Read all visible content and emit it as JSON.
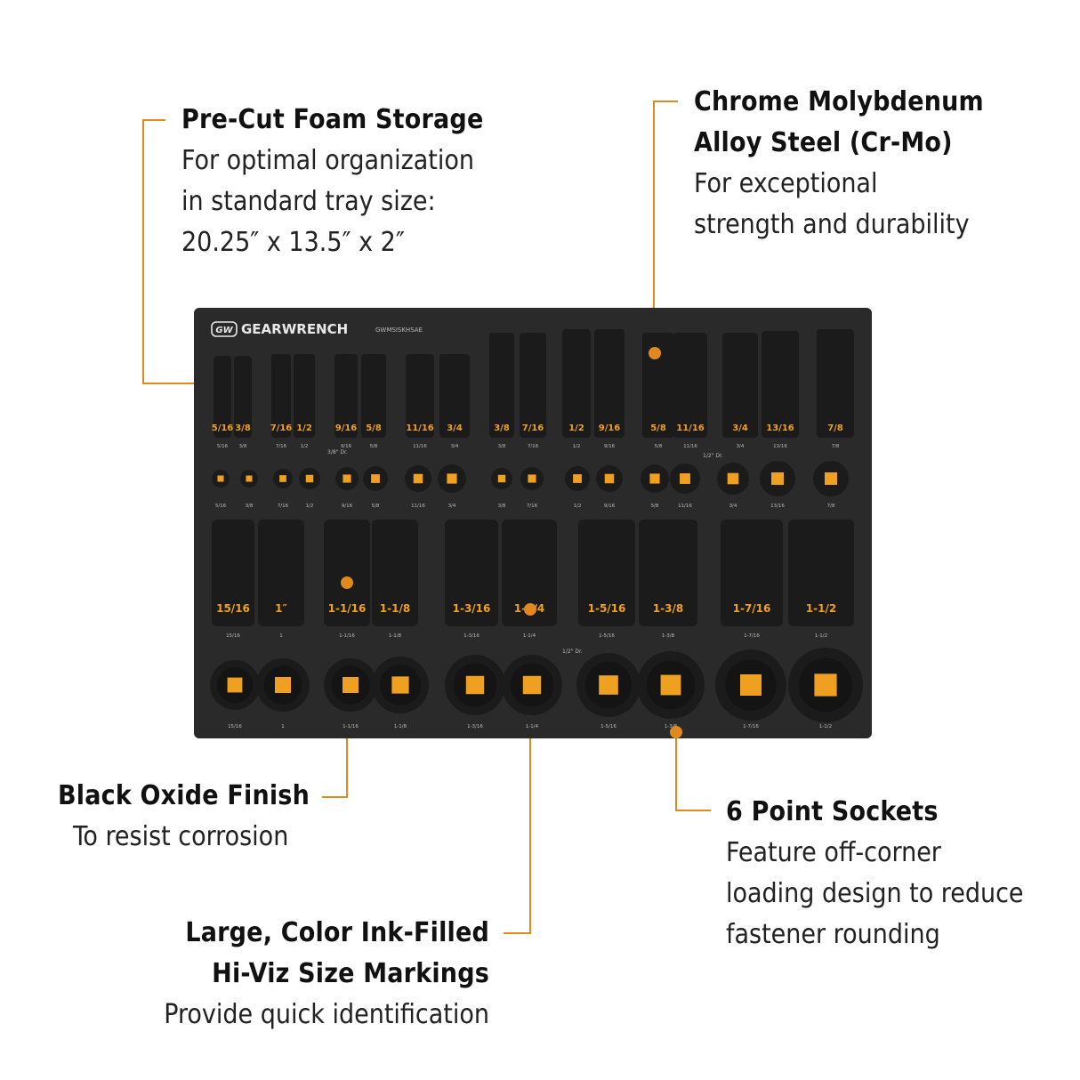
{
  "callouts": {
    "foam": {
      "title": "Pre-Cut Foam Storage",
      "lines": [
        "For optimal organization",
        "in standard tray size:",
        "20.25″ x 13.5″ x 2″"
      ]
    },
    "chrome": {
      "title_lines": [
        "Chrome Molybdenum",
        "Alloy Steel (Cr-Mo)"
      ],
      "lines": [
        "For exceptional",
        "strength and durability"
      ]
    },
    "oxide": {
      "title": "Black Oxide Finish",
      "lines": [
        "To resist corrosion"
      ]
    },
    "points": {
      "title": "6 Point Sockets",
      "lines": [
        "Feature off-corner",
        "loading design to reduce",
        "fastener rounding"
      ]
    },
    "markings": {
      "title_lines": [
        "Large, Color Ink-Filled",
        "Hi-Viz Size Markings"
      ],
      "lines": [
        "Provide quick identification"
      ]
    }
  },
  "tray": {
    "brand": "GEARWRENCH",
    "logo": "GW",
    "model": "GWMSISKHSAE",
    "drive_labels": [
      "3/8\" Dr.",
      "1/2\" Dr.",
      "1/2\" Dr."
    ],
    "row1_sizes": [
      "5/16",
      "3/8",
      "7/16",
      "1/2",
      "9/16",
      "5/8",
      "11/16",
      "3/4",
      "3/8",
      "7/16",
      "1/2",
      "9/16",
      "5/8",
      "11/16",
      "3/4",
      "13/16",
      "7/8"
    ],
    "row2_sizes": [
      "5/16",
      "3/8",
      "7/16",
      "1/2",
      "9/16",
      "5/8",
      "11/16",
      "3/4",
      "3/8",
      "7/16",
      "1/2",
      "9/16",
      "5/8",
      "11/16",
      "3/4",
      "13/16",
      "7/8"
    ],
    "row3_sizes": [
      "15/16",
      "1″",
      "1-1/16",
      "1-1/8",
      "1-3/16",
      "1-1/4",
      "1-5/16",
      "1-3/8",
      "1-7/16",
      "1-1/2"
    ],
    "row3_small": [
      "15/16",
      "1",
      "1-1/16",
      "1-1/8",
      "1-3/16",
      "1-1/4",
      "1-5/16",
      "1-3/8",
      "1-7/16",
      "1-1/2"
    ],
    "row4_small": [
      "15/16",
      "1",
      "1-1/16",
      "1-1/8",
      "1-3/16",
      "1-1/4",
      "1-5/16",
      "1-3/8",
      "1-7/16",
      "1-1/2"
    ]
  },
  "colors": {
    "accent": "#e08a1e",
    "foam": "#2a2a2a",
    "socket": "#1b1b1b",
    "marking": "#f0a020"
  }
}
